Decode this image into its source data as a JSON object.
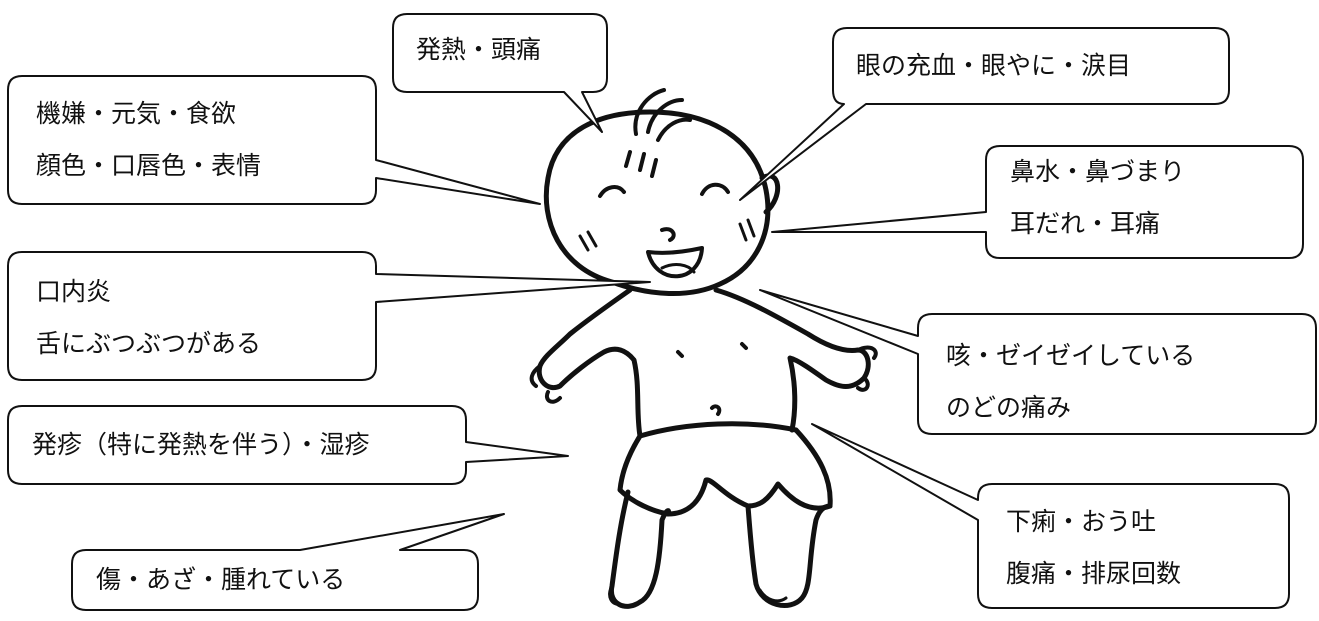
{
  "callouts": [
    {
      "id": "fever",
      "lines": [
        "発熱・頭痛"
      ]
    },
    {
      "id": "mood",
      "lines": [
        "機嫌・元気・食欲",
        "顔色・口唇色・表情"
      ]
    },
    {
      "id": "eyes",
      "lines": [
        "眼の充血・眼やに・涙目"
      ]
    },
    {
      "id": "nose",
      "lines": [
        "鼻水・鼻づまり",
        "耳だれ・耳痛"
      ]
    },
    {
      "id": "mouth",
      "lines": [
        "口内炎",
        "舌にぶつぶつがある"
      ]
    },
    {
      "id": "cough",
      "lines": [
        "咳・ゼイゼイしている",
        "のどの痛み"
      ]
    },
    {
      "id": "rash",
      "lines": [
        "発疹（特に発熱を伴う）・湿疹"
      ]
    },
    {
      "id": "stomach",
      "lines": [
        "下痢・おう吐",
        "腹痛・排尿回数"
      ]
    },
    {
      "id": "bruise",
      "lines": [
        "傷・あざ・腫れている"
      ]
    }
  ],
  "colors": {
    "outline": "#111111",
    "fill": "#ffffff"
  }
}
